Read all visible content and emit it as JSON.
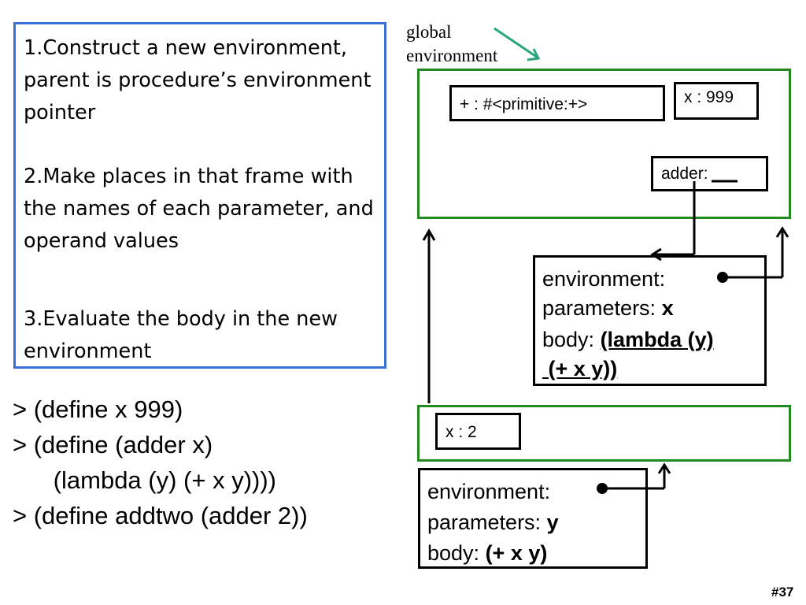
{
  "steps": [
    "1.Construct a new environment, parent is procedure’s environment pointer",
    "2.Make places in that frame with the names of each parameter, and operand values",
    "3.Evaluate the body in the new environment"
  ],
  "code_lines": [
    "> (define x 999)",
    "> (define (adder x)",
    "      (lambda (y) (+ x y))))",
    "> (define addtwo (adder 2))"
  ],
  "global_env_label": [
    "global",
    "environment"
  ],
  "global_frame": {
    "bindings": [
      "+ : #<primitive:+>",
      "x : 999",
      "adder:"
    ]
  },
  "adder_procedure": {
    "environment_label": "environment:",
    "parameters_label": "parameters: ",
    "parameters_value": "x",
    "body_label": "body: ",
    "body_value_line1": "(lambda (y)",
    "body_value_line2": " (+ x y))"
  },
  "new_frame": {
    "bindings": [
      "x : 2"
    ]
  },
  "addtwo_procedure": {
    "environment_label": "environment:",
    "parameters_label": "parameters: ",
    "parameters_value": "y",
    "body_label": "body: ",
    "body_value": "(+ x y)"
  },
  "slide_number": "#37",
  "colors": {
    "steps_border": "#3a6fd8",
    "frame_border": "#218a21",
    "global_arrow": "#2aa57a"
  }
}
